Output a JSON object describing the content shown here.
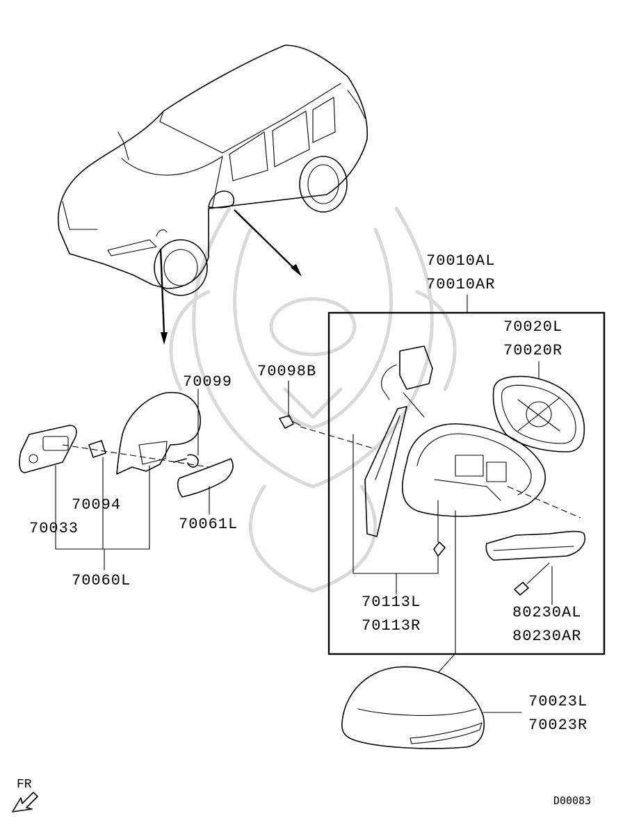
{
  "diagram": {
    "labels": {
      "mirror_assy": [
        "70010AL",
        "70010AR"
      ],
      "mirror_glass": [
        "70020L",
        "70020R"
      ],
      "bolt_70098": "70098B",
      "screw_70099": "70099",
      "cover_70061": "70061L",
      "part_70094": "70094",
      "part_70033": "70033",
      "base_70060": "70060L",
      "gasket_70113": [
        "70113L",
        "70113R"
      ],
      "lamp_80230": [
        "80230AL",
        "80230AR"
      ],
      "cap_70023": [
        "70023L",
        "70023R"
      ]
    },
    "direction_marker": "FR",
    "drawing_code": "D00083",
    "colors": {
      "line": "#000000",
      "watermark": "#d9d9d9",
      "background": "#ffffff"
    }
  }
}
